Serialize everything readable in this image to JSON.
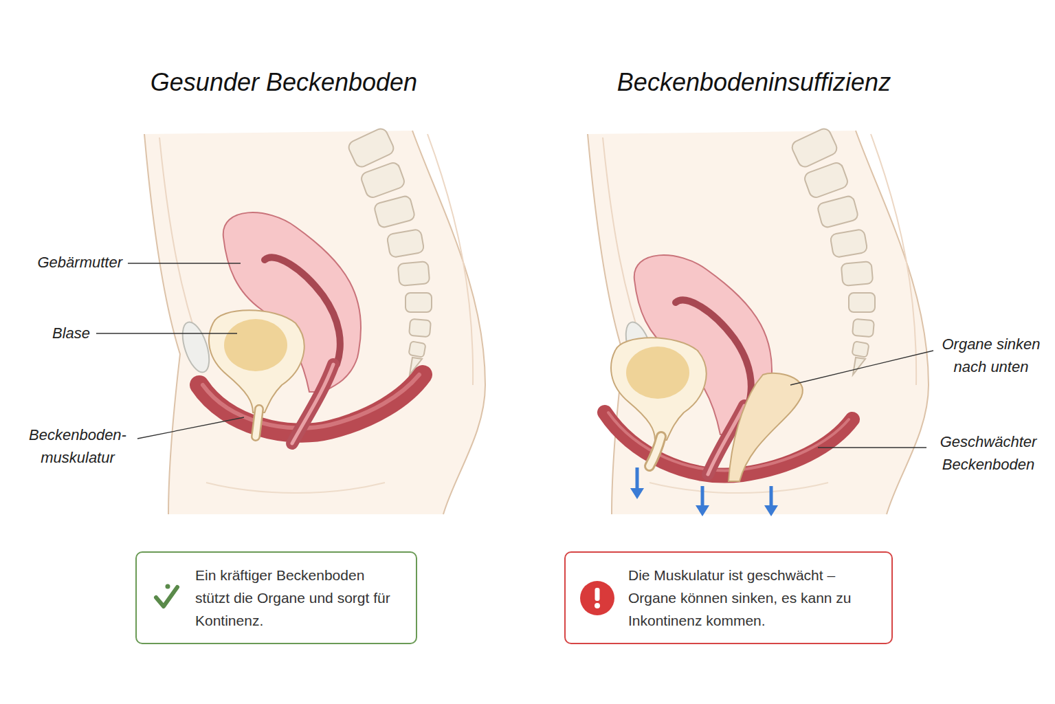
{
  "diagram": {
    "nodes": [
      {
        "text": [
          "Ein kräftiger Beckenboden stützt die Organe und sorgt für Kontinenz."
        ]
      },
      {
        "text": [
          "Die Muskulatur ist geschwächt – Organe können sinken, es kann zu Inkontinenz kommen."
        ]
      }
    ],
    "labels": [
      "Gesunder Beckenboden",
      "Beckenbodeninsuffizienz",
      "Gebärmutter",
      "Blase",
      "Beckenboden- muskulatur",
      "Organe sinken nach unten",
      "Geschwächter Beckenboden"
    ]
  }
}
